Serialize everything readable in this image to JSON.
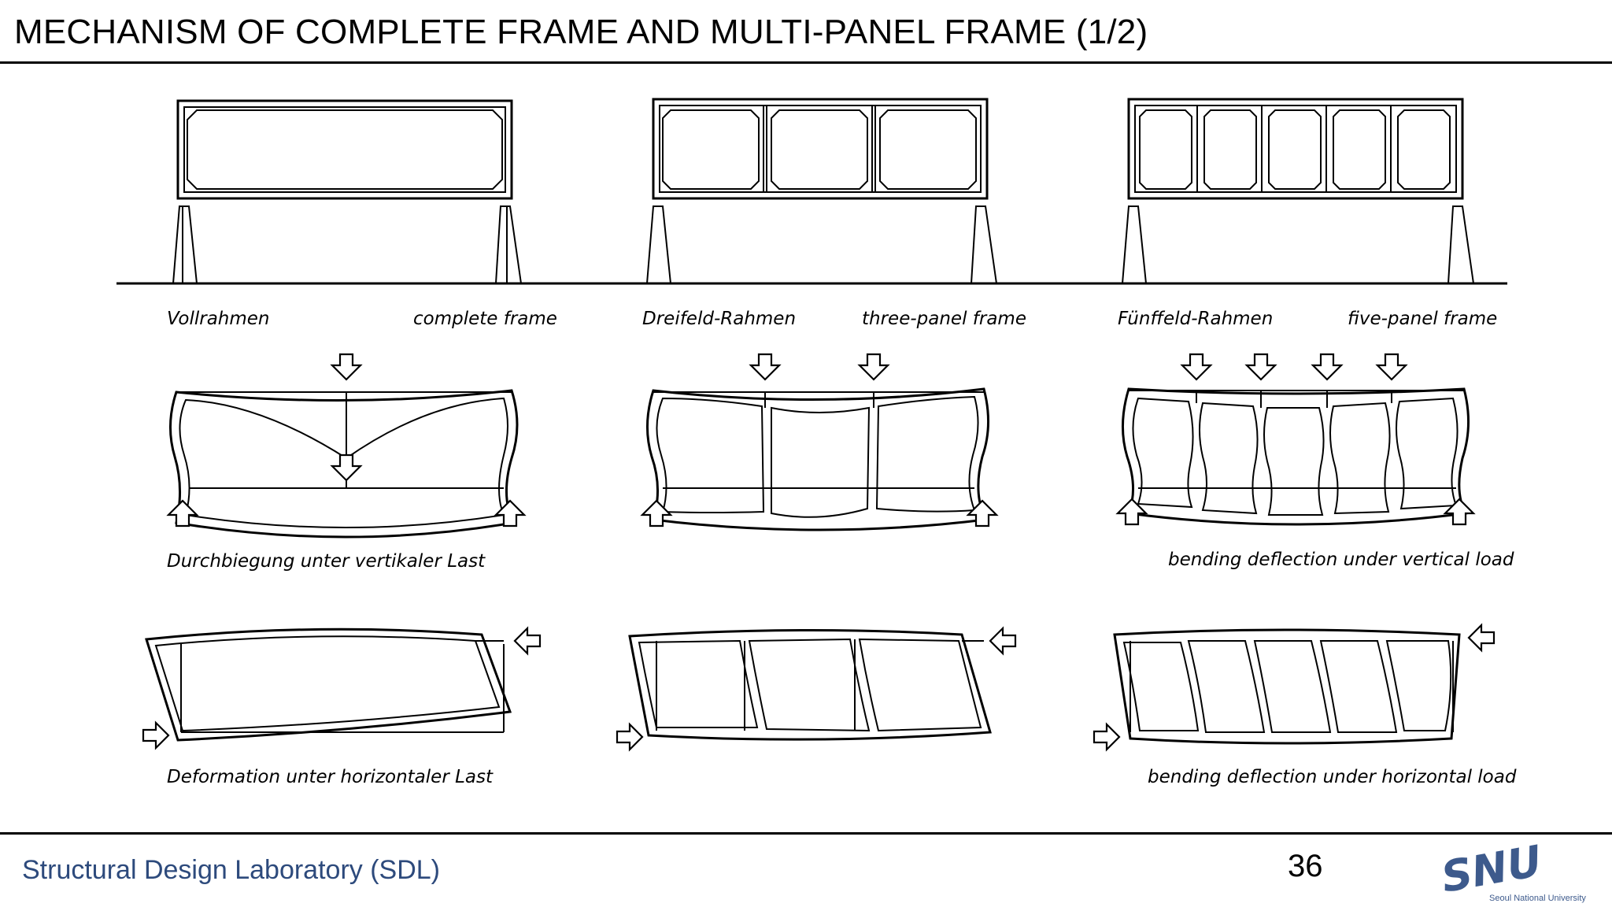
{
  "header": {
    "title": "MECHANISM OF COMPLETE FRAME AND MULTI-PANEL FRAME (1/2)"
  },
  "labels": {
    "complete_de": "Vollrahmen",
    "complete_en": "complete frame",
    "three_de": "Dreifeld-Rahmen",
    "three_en": "three-panel frame",
    "five_de": "Fünffeld-Rahmen",
    "five_en": "five-panel frame",
    "vertical_de": "Durchbiegung unter vertikaler Last",
    "vertical_en": "bending deflection under vertical load",
    "horizontal_de": "Deformation unter horizontaler Last",
    "horizontal_en": "bending deflection under horizontal  load"
  },
  "footer": {
    "lab": "Structural Design Laboratory (SDL)",
    "page": "36",
    "logo_text": "SNU",
    "logo_subtext": "Seoul National University"
  },
  "colors": {
    "footer_text": "#2d4a7c",
    "logo": "#3d5a8c"
  }
}
